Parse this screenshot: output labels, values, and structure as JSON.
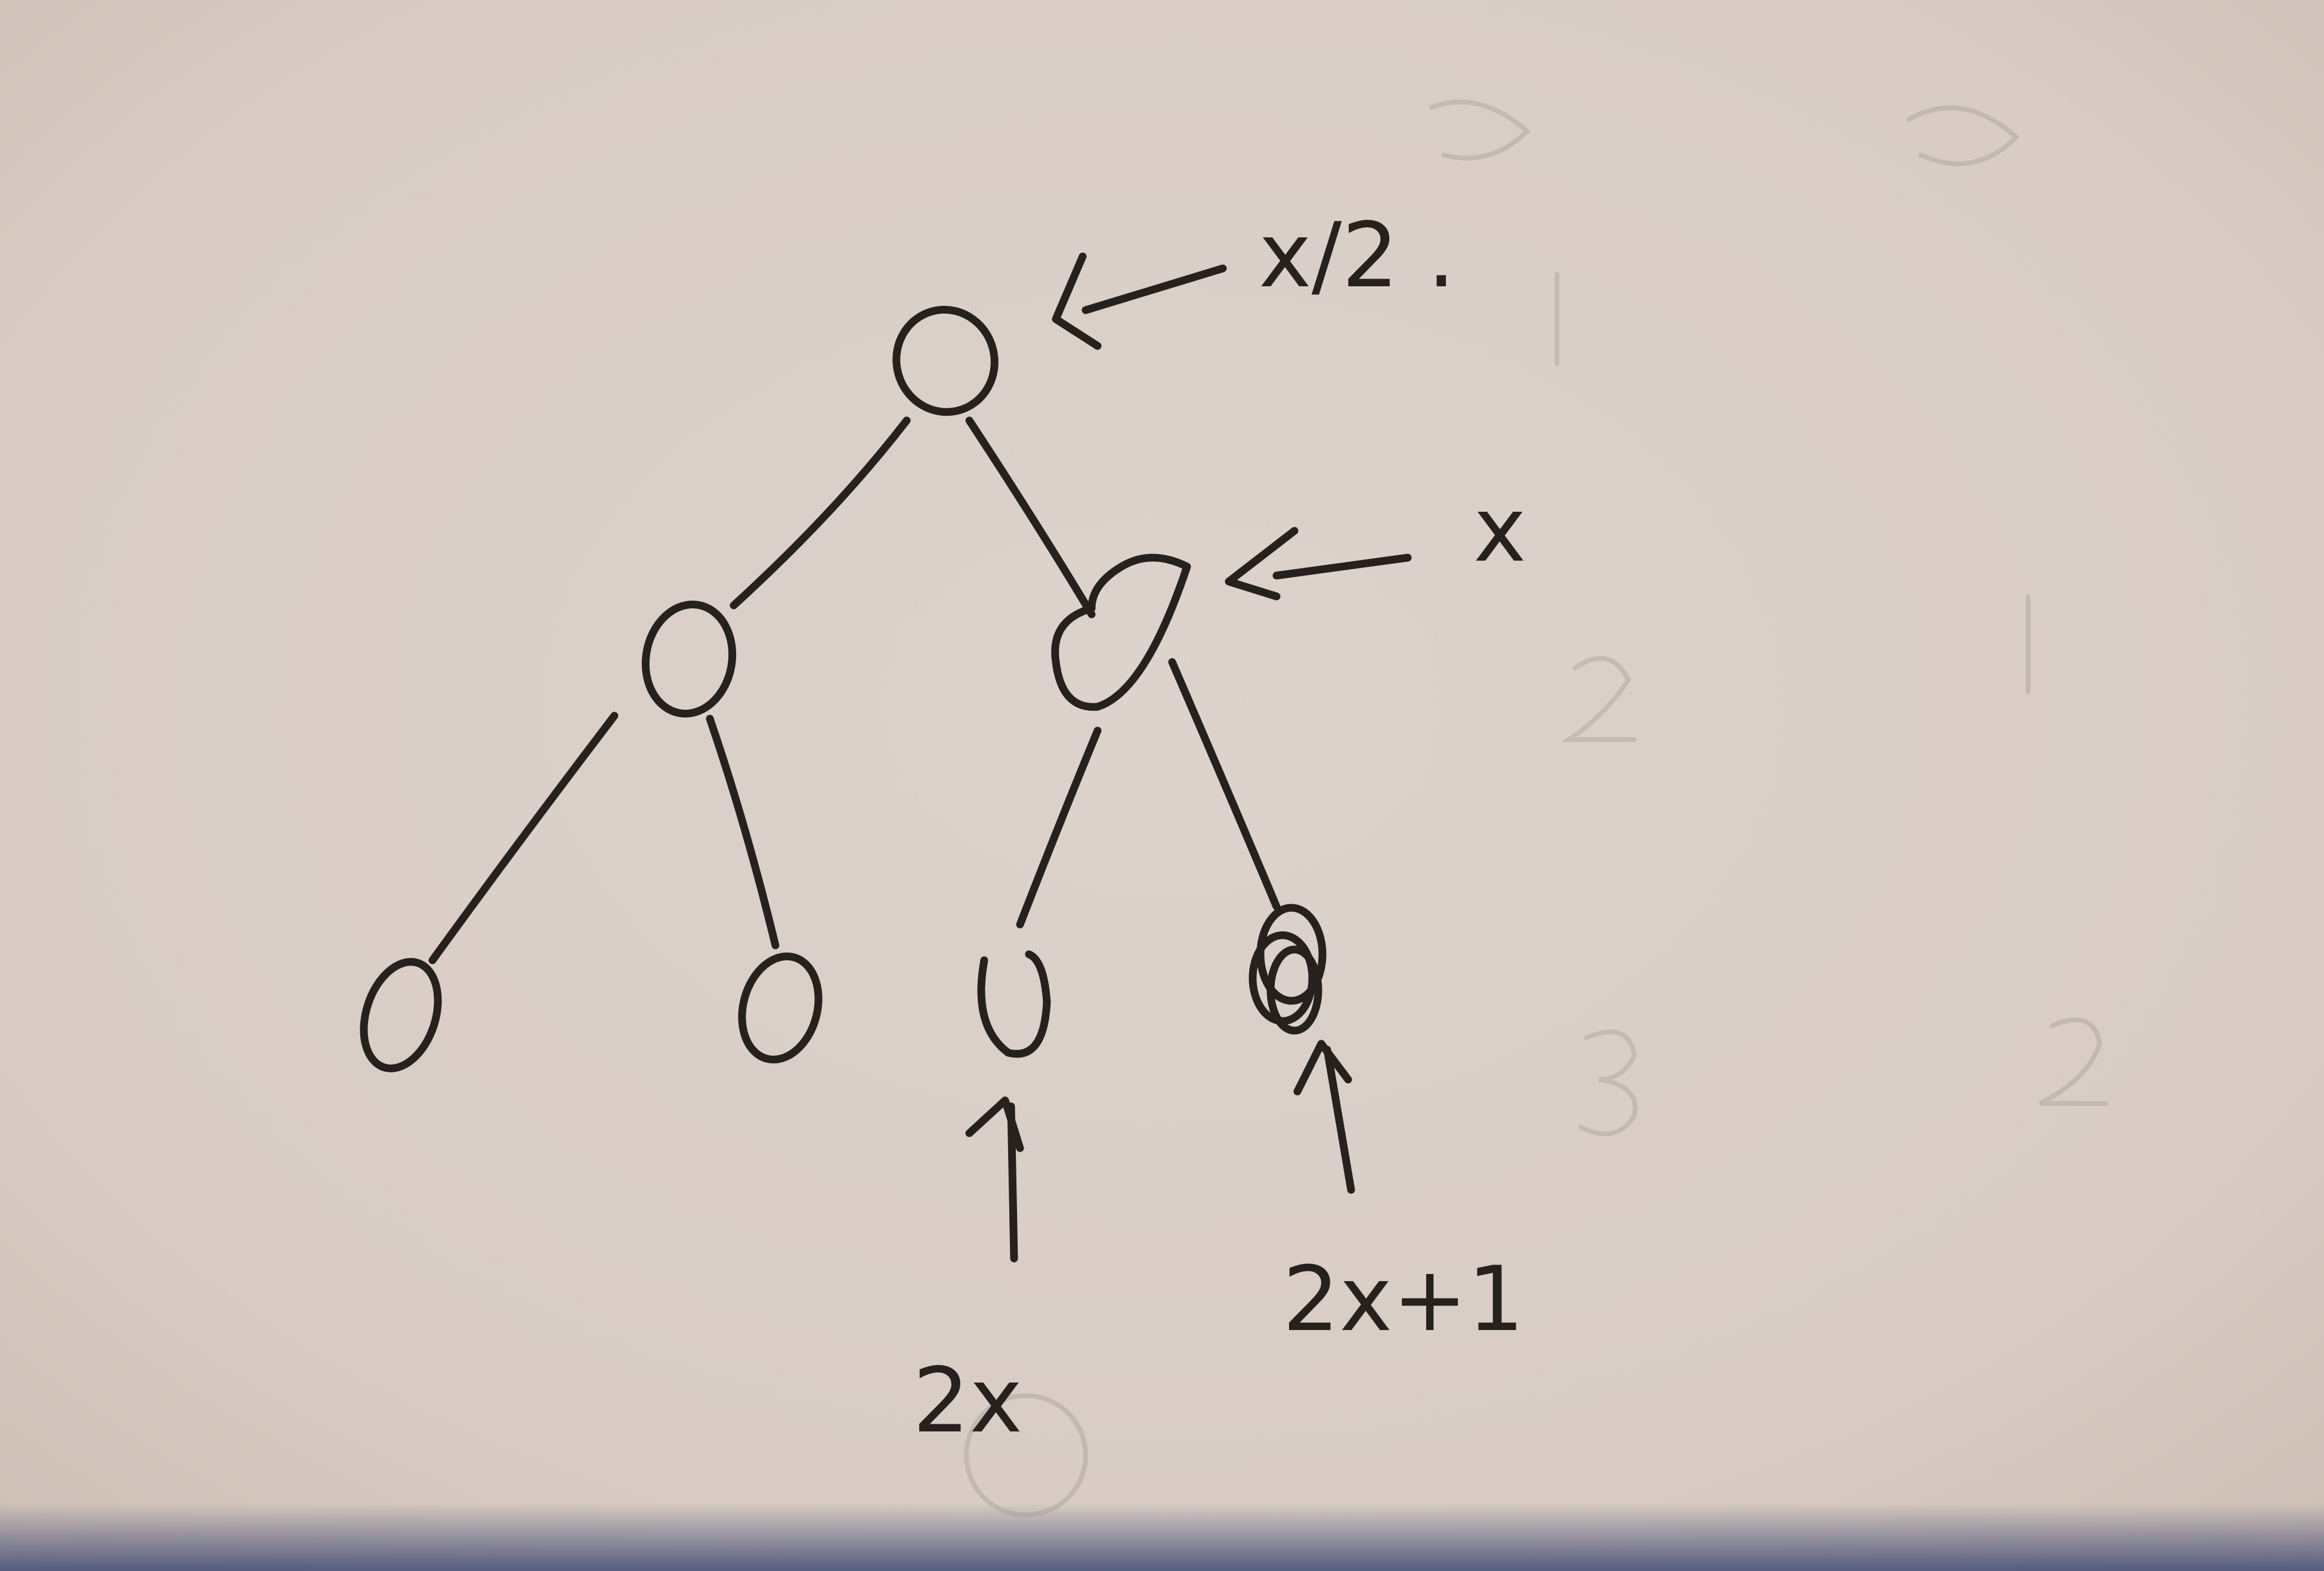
{
  "diagram": {
    "nodes": [
      {
        "id": "root",
        "label": ""
      },
      {
        "id": "left",
        "label": ""
      },
      {
        "id": "x-node",
        "label": ""
      },
      {
        "id": "leaf-1",
        "label": ""
      },
      {
        "id": "leaf-2",
        "label": ""
      },
      {
        "id": "leaf-3",
        "label": ""
      },
      {
        "id": "leaf-4",
        "label": ""
      }
    ],
    "edges": [
      [
        "root",
        "left"
      ],
      [
        "root",
        "x-node"
      ],
      [
        "left",
        "leaf-1"
      ],
      [
        "left",
        "leaf-2"
      ],
      [
        "x-node",
        "leaf-3"
      ],
      [
        "x-node",
        "leaf-4"
      ]
    ],
    "annotations": {
      "parent": "x/2 .",
      "current": "x",
      "left_child": "2x",
      "right_child": "2x+1"
    }
  },
  "colors": {
    "paper": "#d9cfc8",
    "ink": "#26211d"
  }
}
